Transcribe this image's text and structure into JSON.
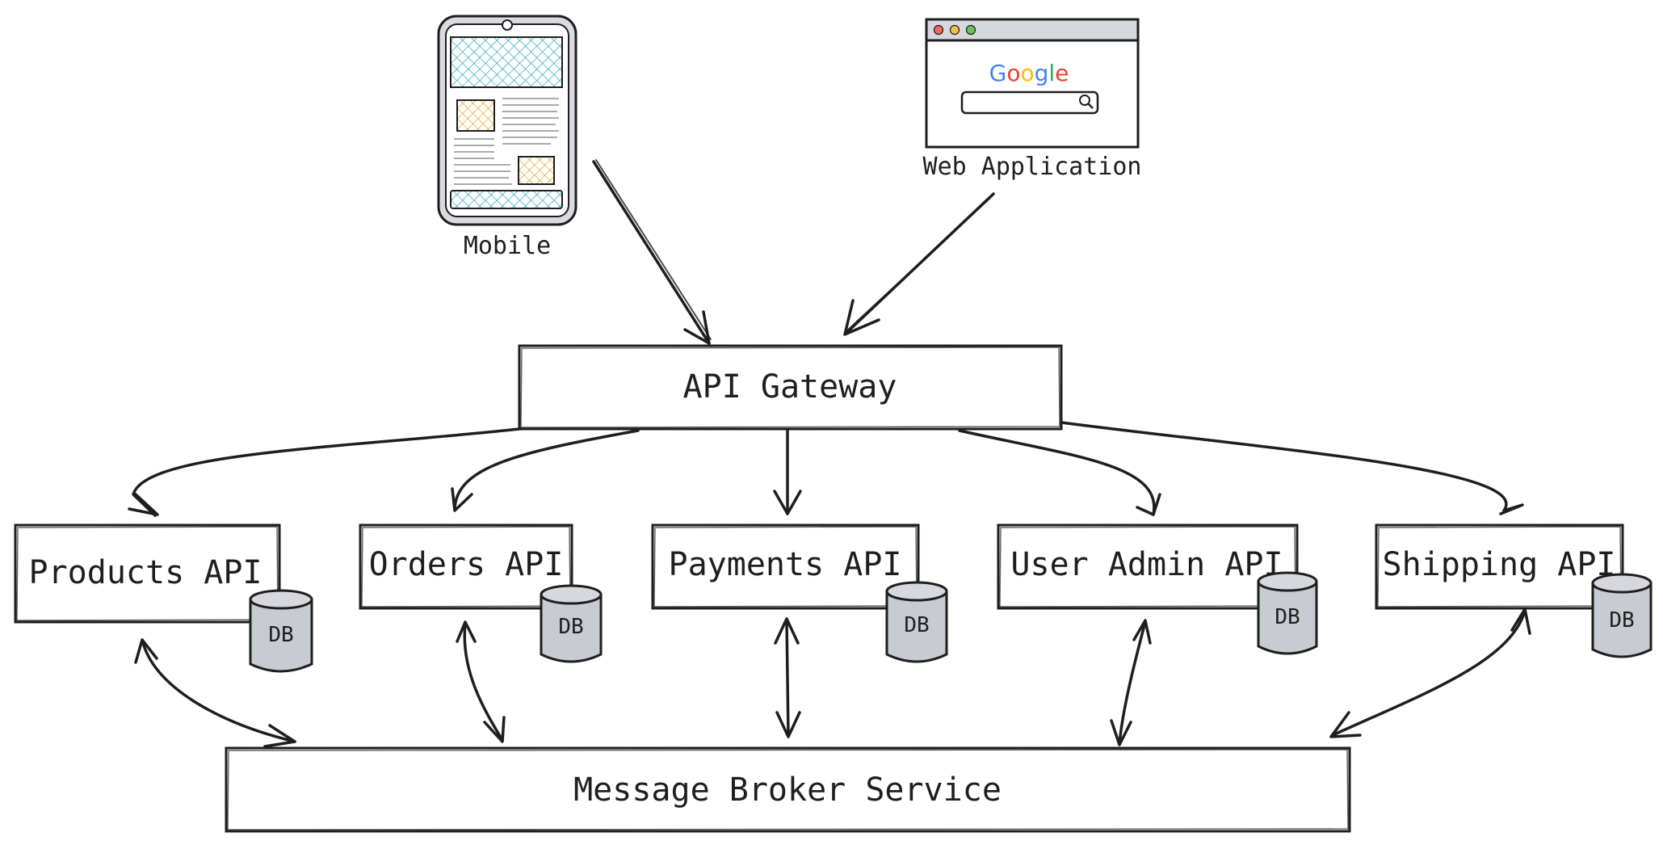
{
  "clients": {
    "mobile": {
      "label": "Mobile"
    },
    "web": {
      "label": "Web Application",
      "search_brand": "Google"
    }
  },
  "gateway": {
    "label": "API Gateway"
  },
  "services": [
    {
      "label": "Products API",
      "db": "DB"
    },
    {
      "label": "Orders API",
      "db": "DB"
    },
    {
      "label": "Payments API",
      "db": "DB"
    },
    {
      "label": "User Admin API",
      "db": "DB"
    },
    {
      "label": "Shipping API",
      "db": "DB"
    }
  ],
  "broker": {
    "label": "Message Broker Service"
  },
  "colors": {
    "stroke": "#1e1e1e",
    "db_fill": "#c8cbd2",
    "mobile_hatch_blue": "#27a3c3",
    "mobile_hatch_orange": "#e9a122",
    "google": [
      "#4285f4",
      "#ea4335",
      "#fbbc05",
      "#4285f4",
      "#34a853",
      "#ea4335"
    ],
    "window_dots": [
      "#ed6a5e",
      "#f5bf4f",
      "#62c554"
    ]
  }
}
